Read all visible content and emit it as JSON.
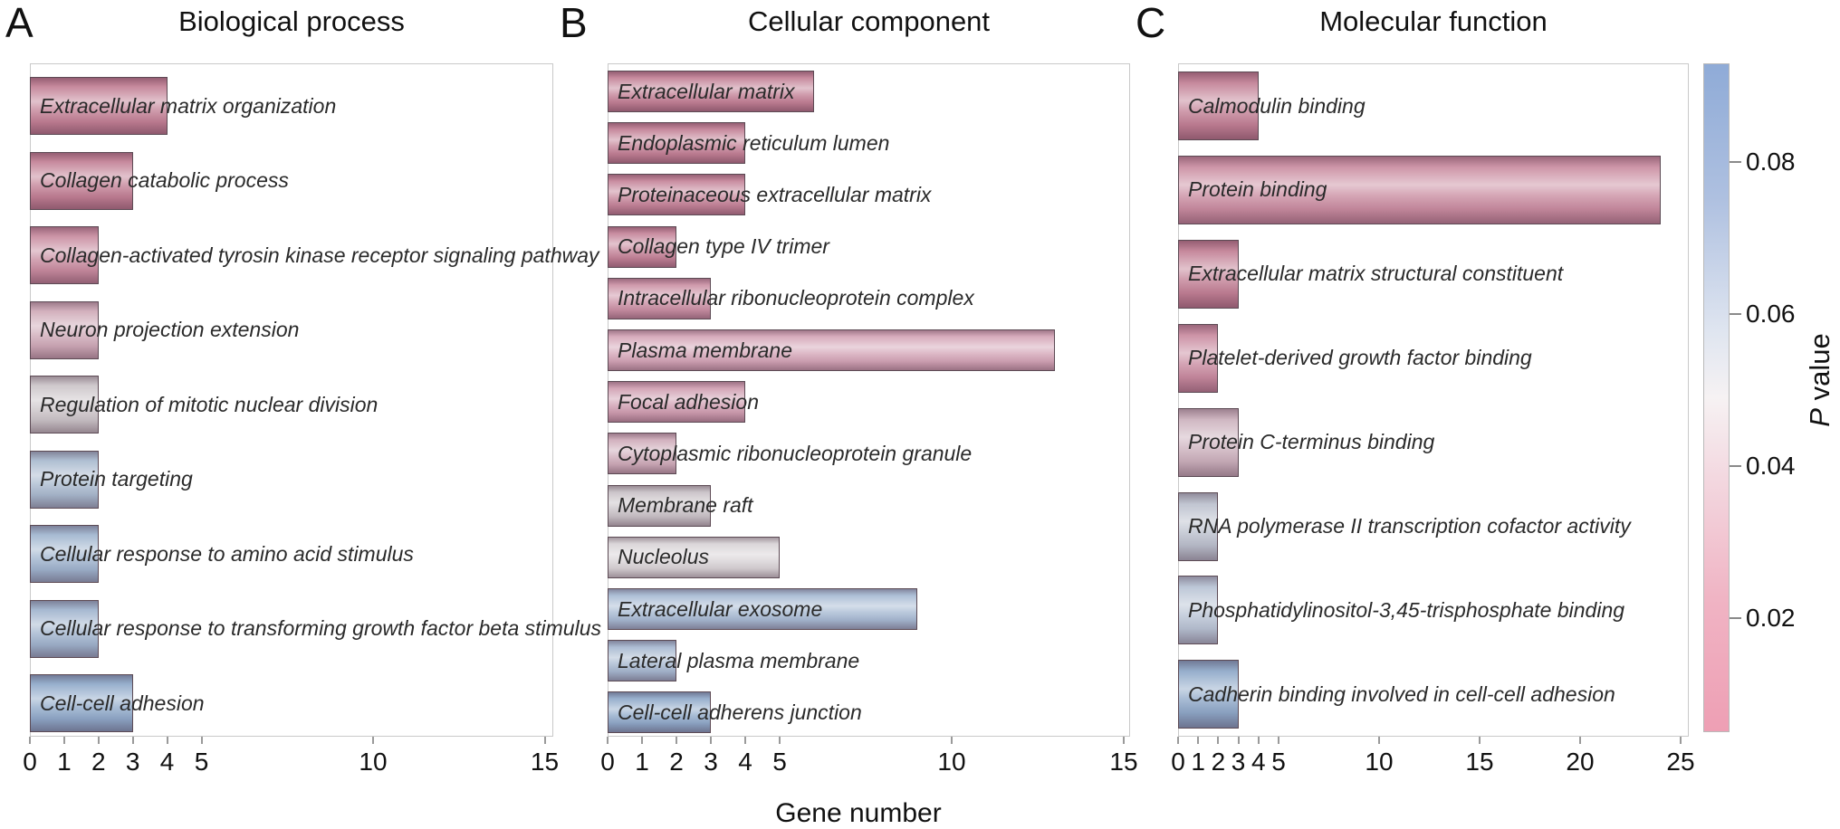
{
  "figure": {
    "axis_label": "Gene number",
    "panel_letters": [
      "A",
      "B",
      "C"
    ],
    "background": "#ffffff",
    "colorbar": {
      "label_italic": "P",
      "label_rest": " value",
      "tick_labels": [
        "0.08",
        "0.06",
        "0.04",
        "0.02"
      ],
      "tick_values": [
        0.08,
        0.06,
        0.04,
        0.02
      ],
      "value_range_top": 0.093,
      "value_range_bottom": 0.005,
      "gradient_stops": [
        [
          0,
          "#8fabd7"
        ],
        [
          0.2,
          "#aec0e0"
        ],
        [
          0.4,
          "#dfe5f0"
        ],
        [
          0.5,
          "#f6f2f3"
        ],
        [
          0.62,
          "#f3d8e0"
        ],
        [
          0.8,
          "#f0b4c4"
        ],
        [
          1,
          "#ee9fb4"
        ]
      ]
    }
  },
  "chart_data": [
    {
      "type": "bar",
      "orientation": "horizontal",
      "panel_letter": "A",
      "title": "Biological process",
      "xlabel": "Gene number",
      "x_ticks": [
        0,
        1,
        2,
        3,
        4,
        5,
        10,
        15
      ],
      "xlim": [
        0,
        15.25
      ],
      "legend": "color encodes P value (pink = low, blue = high)",
      "categories": [
        "Extracellular matrix organization",
        "Collagen catabolic process",
        "Collagen-activated tyrosin kinase receptor signaling pathway",
        "Neuron projection extension",
        "Regulation of mitotic nuclear division",
        "Protein targeting",
        "Cellular response to amino acid stimulus",
        "Cellular response to transforming growth factor beta stimulus",
        "Cell-cell adhesion"
      ],
      "values": [
        4,
        3,
        2,
        2,
        2,
        2,
        2,
        2,
        3
      ],
      "bar_colors": [
        "#c28095",
        "#c28095",
        "#c78a9e",
        "#cfaab8",
        "#cbc4c8",
        "#a8b9ce",
        "#9fb4ce",
        "#9fb3cd",
        "#8fa9c9"
      ]
    },
    {
      "type": "bar",
      "orientation": "horizontal",
      "panel_letter": "B",
      "title": "Cellular component",
      "xlabel": "Gene number",
      "x_ticks": [
        0,
        1,
        2,
        3,
        4,
        5,
        10,
        15
      ],
      "xlim": [
        0,
        15.2
      ],
      "legend": "color encodes P value (pink = low, blue = high)",
      "categories": [
        "Extracellular matrix",
        "Endoplasmic reticulum lumen",
        "Proteinaceous extracellular matrix",
        "Collagen type IV trimer",
        "Intracellular ribonucleoprotein complex",
        "Plasma membrane",
        "Focal adhesion",
        "Cytoplasmic ribonucleoprotein granule",
        "Membrane raft",
        "Nucleolus",
        "Extracellular exosome",
        "Lateral plasma membrane",
        "Cell-cell adherens junction"
      ],
      "values": [
        6,
        4,
        4,
        2,
        3,
        13,
        4,
        2,
        3,
        5,
        9,
        2,
        3
      ],
      "bar_colors": [
        "#c28095",
        "#c28095",
        "#c48398",
        "#c48398",
        "#cb91a5",
        "#d4a5b7",
        "#cf9db0",
        "#cdaab8",
        "#c8c1c6",
        "#d8d3d6",
        "#a7bad3",
        "#a5b7cf",
        "#8fa9c9"
      ]
    },
    {
      "type": "bar",
      "orientation": "horizontal",
      "panel_letter": "C",
      "title": "Molecular function",
      "xlabel": "Gene number",
      "x_ticks": [
        0,
        1,
        2,
        3,
        4,
        5,
        10,
        15,
        20,
        25
      ],
      "xlim": [
        0,
        25.4
      ],
      "legend": "color encodes P value (pink = low, blue = high)",
      "categories": [
        "Calmodulin binding",
        "Protein binding",
        "Extracellular matrix structural constituent",
        "Platelet-derived growth factor binding",
        "Protein C-terminus binding",
        "RNA polymerase II transcription cofactor activity",
        "Phosphatidylinositol-3,45-trisphosphate binding",
        "Cadherin binding involved in cell-cell adhesion"
      ],
      "values": [
        4,
        24,
        3,
        2,
        3,
        2,
        2,
        3
      ],
      "bar_colors": [
        "#c28095",
        "#ca8da1",
        "#c28095",
        "#c98ba0",
        "#ccb1bd",
        "#bbc0cd",
        "#b8c3d4",
        "#8ea8c8"
      ]
    }
  ]
}
